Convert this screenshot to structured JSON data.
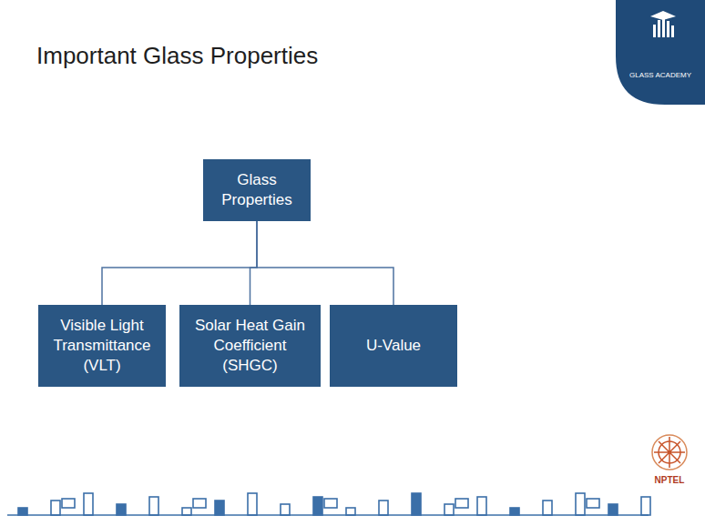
{
  "diagram": {
    "title": "Important Glass Properties",
    "nodes": [
      {
        "text": [
          "Glass Properties"
        ]
      },
      {
        "text": [
          "Visible Light Transmittance (VLT)"
        ]
      },
      {
        "text": [
          "Solar Heat Gain Coefficient (SHGC)"
        ]
      },
      {
        "text": [
          "U-Value"
        ]
      }
    ],
    "edges": [
      {
        "from": 0,
        "to": 1,
        "arrow": "none"
      },
      {
        "from": 0,
        "to": 2,
        "arrow": "none"
      },
      {
        "from": 0,
        "to": 3,
        "arrow": "none"
      }
    ],
    "labels": [
      "GLASS ACADEMY",
      "NPTEL"
    ]
  }
}
